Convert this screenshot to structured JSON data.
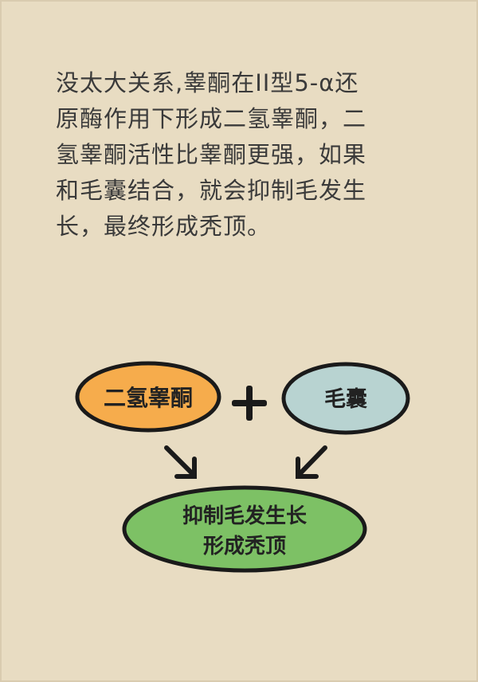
{
  "paragraph": {
    "lines": [
      "没太大关系,睾酮在II型5-α还",
      "原酶作用下形成二氢睾酮，二",
      "氢睾酮活性比睾酮更强，如果",
      "和毛囊结合，就会抑制毛发生",
      "长，最终形成秃顶。"
    ]
  },
  "diagram": {
    "left_node": {
      "label": "二氢睾酮",
      "fill": "#f6ac4c"
    },
    "right_node": {
      "label": "毛囊",
      "fill": "#b8d3d1"
    },
    "plus_sign": "+",
    "result_node": {
      "lines": [
        "抑制毛发生长",
        "形成秃顶"
      ],
      "fill": "#7dc165"
    },
    "stroke_color": "#1a1a1a"
  },
  "colors": {
    "background": "#e8dcc2",
    "text": "#3a3a3a"
  }
}
